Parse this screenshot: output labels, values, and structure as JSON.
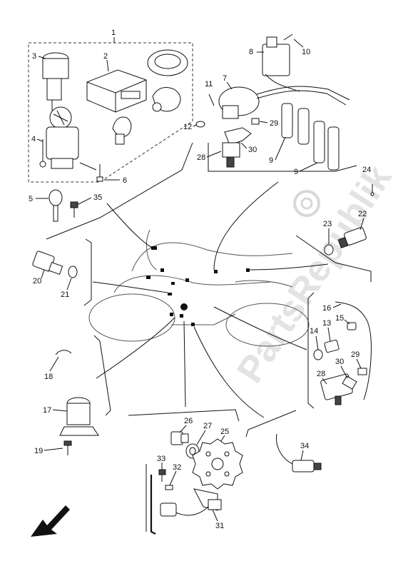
{
  "diagram": {
    "watermark": "PartsRepublik",
    "callouts": {
      "c1": "1",
      "c2": "2",
      "c3": "3",
      "c4": "4",
      "c5": "5",
      "c6": "6",
      "c7": "7",
      "c8": "8",
      "c9a": "9",
      "c9b": "9",
      "c10": "10",
      "c11": "11",
      "c12": "12",
      "c13": "13",
      "c14": "14",
      "c15": "15",
      "c16": "16",
      "c17": "17",
      "c18": "18",
      "c19": "19",
      "c20": "20",
      "c21": "21",
      "c22": "22",
      "c23": "23",
      "c24": "24",
      "c25": "25",
      "c26": "26",
      "c27": "27",
      "c28a": "28",
      "c28b": "28",
      "c29a": "29",
      "c29b": "29",
      "c30a": "30",
      "c30b": "30",
      "c31": "31",
      "c32": "32",
      "c33": "33",
      "c34": "34",
      "c35": "35"
    }
  }
}
